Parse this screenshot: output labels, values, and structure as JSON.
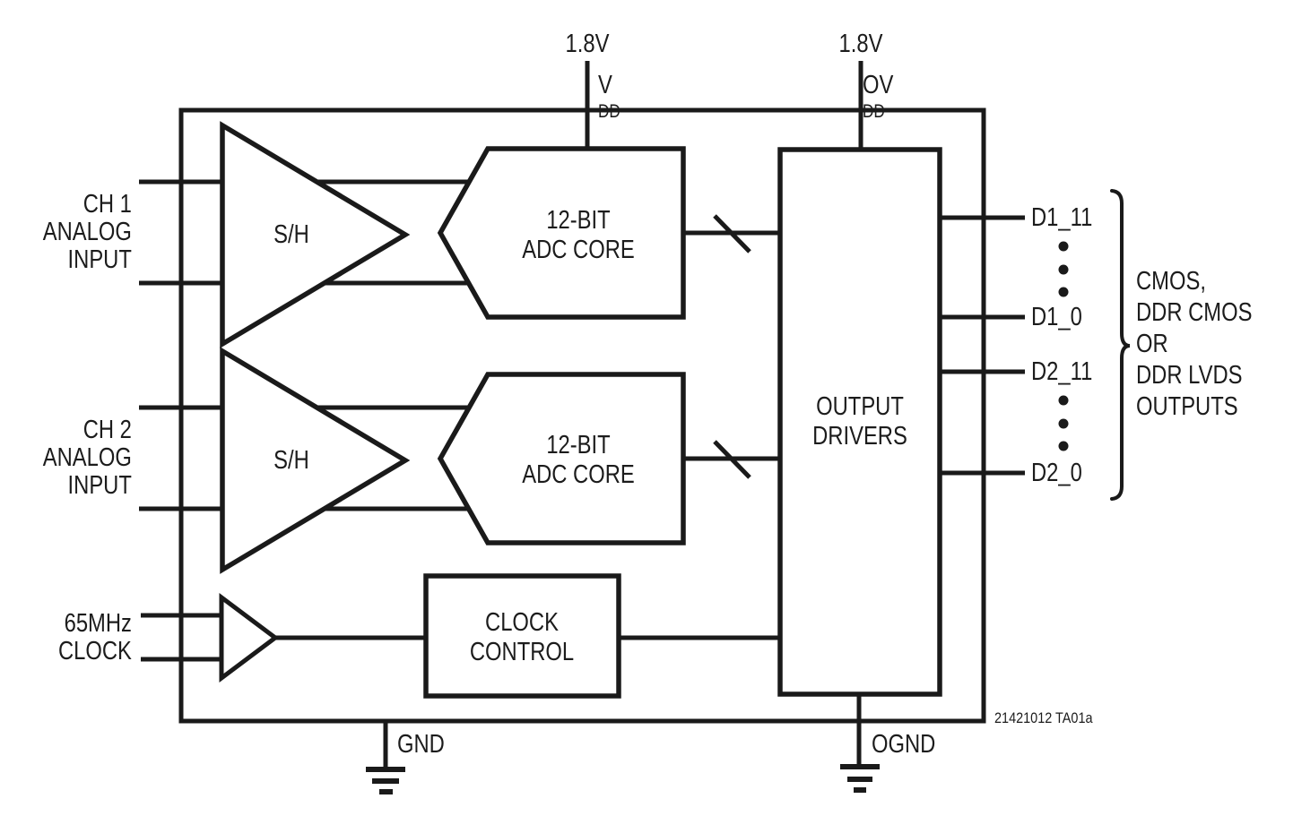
{
  "figure": {
    "colors": {
      "stroke": "#1a1a1a",
      "text": "#1c1c1c",
      "background": "#ffffff"
    },
    "figure_id": "21421012 TA01a",
    "supplies": {
      "vdd": {
        "voltage": "1.8V",
        "pin": "V",
        "pin_sub": "DD"
      },
      "ovdd": {
        "voltage": "1.8V",
        "pin": "OV",
        "pin_sub": "DD"
      }
    },
    "inputs": {
      "ch1": {
        "lines": [
          "CH 1",
          "ANALOG",
          "INPUT"
        ]
      },
      "ch2": {
        "lines": [
          "CH 2",
          "ANALOG",
          "INPUT"
        ]
      },
      "clock": {
        "lines": [
          "65MHz",
          "CLOCK"
        ]
      }
    },
    "blocks": {
      "sh1": {
        "label": "S/H"
      },
      "sh2": {
        "label": "S/H"
      },
      "adc1": {
        "lines": [
          "12-BIT",
          "ADC CORE"
        ]
      },
      "adc2": {
        "lines": [
          "12-BIT",
          "ADC CORE"
        ]
      },
      "output_drivers": {
        "lines": [
          "OUTPUT",
          "DRIVERS"
        ]
      },
      "clock_control": {
        "lines": [
          "CLOCK",
          "CONTROL"
        ]
      }
    },
    "grounds": {
      "gnd": "GND",
      "ognd": "OGND"
    },
    "outputs": {
      "bus1": {
        "msb": "D1_11",
        "lsb": "D1_0"
      },
      "bus2": {
        "msb": "D2_11",
        "lsb": "D2_0"
      },
      "note_lines": [
        "CMOS,",
        "DDR CMOS",
        "OR",
        "DDR LVDS",
        "OUTPUTS"
      ]
    }
  }
}
